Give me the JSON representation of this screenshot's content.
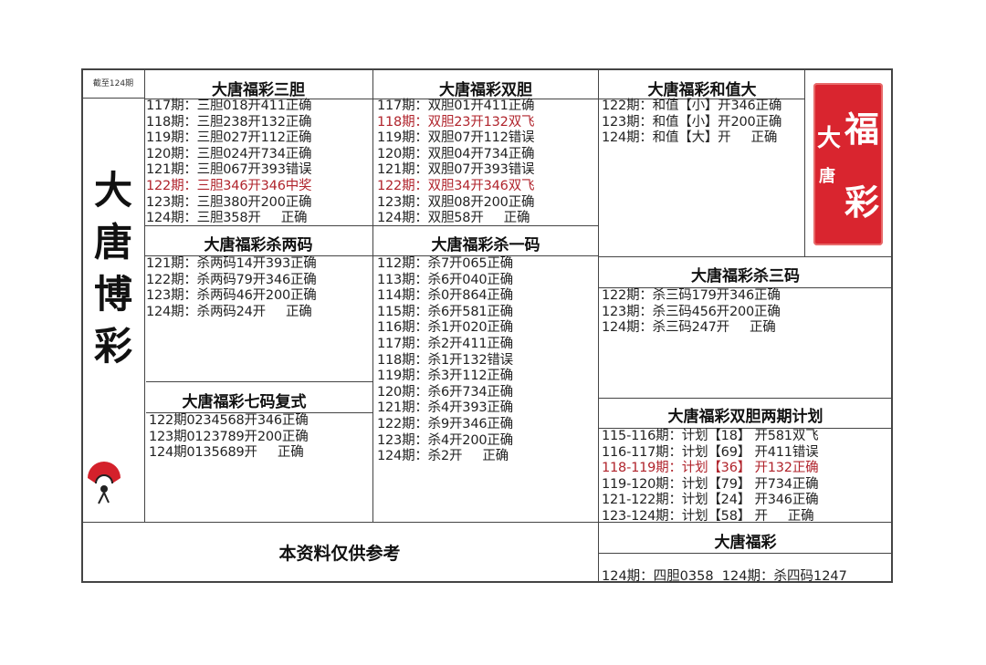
{
  "corner_label": "截至124期",
  "side_title": [
    "大",
    "唐",
    "博",
    "彩"
  ],
  "stamp": {
    "chars": [
      "福",
      "彩",
      "大",
      "唐"
    ],
    "color": "#d9252f"
  },
  "accent_color": "#b0242c",
  "sections": {
    "sandan": {
      "title": "大唐福彩三胆",
      "rows": [
        {
          "text": "117期：三胆018开411正确",
          "red": false
        },
        {
          "text": "118期：三胆238开132正确",
          "red": false
        },
        {
          "text": "119期：三胆027开112正确",
          "red": false
        },
        {
          "text": "120期：三胆024开734正确",
          "red": false
        },
        {
          "text": "121期：三胆067开393错误",
          "red": false
        },
        {
          "text": "122期：三胆346开346中奖",
          "red": true
        },
        {
          "text": "123期：三胆380开200正确",
          "red": false
        },
        {
          "text": "124期：三胆358开     正确",
          "red": false
        }
      ]
    },
    "shuangdan": {
      "title": "大唐福彩双胆",
      "rows": [
        {
          "text": "117期：双胆01开411正确",
          "red": false
        },
        {
          "text": "118期：双胆23开132双飞",
          "red": true
        },
        {
          "text": "119期：双胆07开112错误",
          "red": false
        },
        {
          "text": "120期：双胆04开734正确",
          "red": false
        },
        {
          "text": "121期：双胆07开393错误",
          "red": false
        },
        {
          "text": "122期：双胆34开346双飞",
          "red": true
        },
        {
          "text": "123期：双胆08开200正确",
          "red": false
        },
        {
          "text": "124期：双胆58开     正确",
          "red": false
        }
      ]
    },
    "hezhi": {
      "title": "大唐福彩和值大",
      "rows": [
        {
          "text": "122期：和值【小】开346正确",
          "red": false
        },
        {
          "text": "123期：和值【小】开200正确",
          "red": false
        },
        {
          "text": "124期：和值【大】开     正确",
          "red": false
        }
      ]
    },
    "shaliangma": {
      "title": "大唐福彩杀两码",
      "rows": [
        {
          "text": "121期：杀两码14开393正确",
          "red": false
        },
        {
          "text": "122期：杀两码79开346正确",
          "red": false
        },
        {
          "text": "123期：杀两码46开200正确",
          "red": false
        },
        {
          "text": "124期：杀两码24开     正确",
          "red": false
        }
      ]
    },
    "shayima": {
      "title": "大唐福彩杀一码",
      "rows": [
        {
          "text": "112期：杀7开065正确",
          "red": false
        },
        {
          "text": "113期：杀6开040正确",
          "red": false
        },
        {
          "text": "114期：杀0开864正确",
          "red": false
        },
        {
          "text": "115期：杀6开581正确",
          "red": false
        },
        {
          "text": "116期：杀1开020正确",
          "red": false
        },
        {
          "text": "117期：杀2开411正确",
          "red": false
        },
        {
          "text": "118期：杀1开132错误",
          "red": false
        },
        {
          "text": "119期：杀3开112正确",
          "red": false
        },
        {
          "text": "120期：杀6开734正确",
          "red": false
        },
        {
          "text": "121期：杀4开393正确",
          "red": false
        },
        {
          "text": "122期：杀9开346正确",
          "red": false
        },
        {
          "text": "123期：杀4开200正确",
          "red": false
        },
        {
          "text": "124期：杀2开     正确",
          "red": false
        }
      ]
    },
    "shasanma": {
      "title": "大唐福彩杀三码",
      "rows": [
        {
          "text": "122期：杀三码179开346正确",
          "red": false
        },
        {
          "text": "123期：杀三码456开200正确",
          "red": false
        },
        {
          "text": "124期：杀三码247开     正确",
          "red": false
        }
      ]
    },
    "qima": {
      "title": "大唐福彩七码复式",
      "rows": [
        {
          "text": "122期0234568开346正确",
          "red": false
        },
        {
          "text": "123期0123789开200正确",
          "red": false
        },
        {
          "text": "124期0135689开     正确",
          "red": false
        }
      ]
    },
    "liangqi": {
      "title": "大唐福彩双胆两期计划",
      "rows": [
        {
          "text": "115-116期：计划【18】 开581双飞",
          "red": false
        },
        {
          "text": "116-117期：计划【69】 开411错误",
          "red": false
        },
        {
          "text": "118-119期：计划【36】 开132正确",
          "red": true
        },
        {
          "text": "119-120期：计划【79】 开734正确",
          "red": false
        },
        {
          "text": "121-122期：计划【24】 开346正确",
          "red": false
        },
        {
          "text": "123-124期：计划【58】 开     正确",
          "red": false
        }
      ]
    },
    "datang": {
      "title": "大唐福彩",
      "line": "124期：四胆0358  124期：杀四码1247"
    }
  },
  "disclaimer": "本资料仅供参考"
}
